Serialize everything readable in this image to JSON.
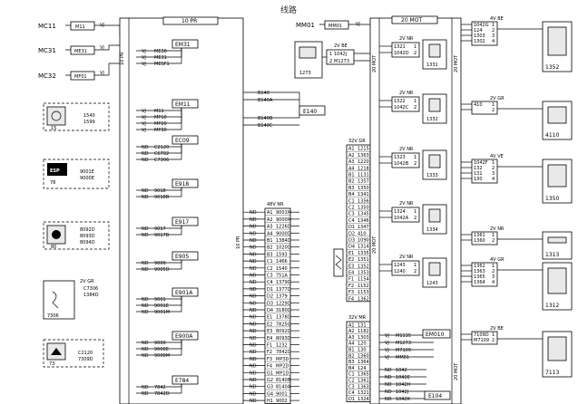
{
  "title": "线路",
  "left_connectors": [
    {
      "id": "MC11",
      "pin": "M11",
      "wire": "VJ"
    },
    {
      "id": "MC31",
      "pin": "ME31",
      "wire": "VJ"
    },
    {
      "id": "MC32",
      "pin": "MF01",
      "wire": "VJ"
    }
  ],
  "main_bus_label": "10 PR",
  "bus_label_bottom": "10 PR",
  "components": [
    {
      "id": "EM31",
      "wires": [
        "ME30",
        "ME31",
        "MESF1"
      ],
      "prefix": [
        "VJ",
        "VJ",
        "VJ"
      ]
    },
    {
      "id": "EM11",
      "wires": [
        "M11",
        "MP10",
        "MP20",
        "MP30"
      ],
      "prefix": [
        "VJ",
        "VJ",
        "VJ",
        "VJ"
      ]
    },
    {
      "id": "EC09",
      "wires": [
        "C2120",
        "C6702",
        "C7306"
      ],
      "prefix": [
        "ND",
        "ND",
        "ND"
      ]
    },
    {
      "id": "E918",
      "wires": [
        "9018",
        "9018B"
      ],
      "prefix": [
        "ND",
        "ND"
      ]
    },
    {
      "id": "E917",
      "wires": [
        "9017",
        "9017B"
      ],
      "prefix": [
        "ND",
        "ND"
      ]
    },
    {
      "id": "E905",
      "wires": [
        "9000",
        "9005D"
      ],
      "prefix": [
        "ND",
        "ND"
      ]
    },
    {
      "id": "E901A",
      "wires": [
        "9001",
        "9001E",
        "9001M"
      ],
      "prefix": [
        "ND",
        "ND",
        "ND"
      ]
    },
    {
      "id": "E900A",
      "wires": [
        "9000",
        "9000E",
        "9000M"
      ],
      "prefix": [
        "ND",
        "ND",
        "ND"
      ]
    },
    {
      "id": "E784",
      "wires": [
        "7842",
        "7842D"
      ],
      "prefix": [
        "ND",
        "ND"
      ]
    }
  ],
  "left_devices": [
    {
      "name": "15",
      "pins": [
        "1540",
        "1599"
      ],
      "wire": [
        "ND",
        "ND"
      ]
    },
    {
      "name": "ESP",
      "sub": "78",
      "pins": [
        "9001E",
        "9000E"
      ],
      "wire": [
        "ND",
        "ND"
      ]
    },
    {
      "name": "80",
      "pins": [
        "8092D",
        "8093D",
        "8094D"
      ],
      "wire": [
        "ND",
        "ND",
        "ND"
      ]
    },
    {
      "name": "7306",
      "conn": "2V GR",
      "pins": [
        "C7306",
        "1384D"
      ],
      "pinno": [
        "1",
        "2"
      ],
      "wire": [
        "ND",
        "ND"
      ]
    },
    {
      "name": "73",
      "pins": [
        "C2120",
        "7309D"
      ],
      "wire": [
        "ND",
        "ND"
      ]
    }
  ],
  "mid_wires": [
    "B140",
    "B140A",
    "B140B",
    "B140C"
  ],
  "e140": "E140",
  "mm01": {
    "id": "MM01",
    "pin": "MM01",
    "wire": "VJ"
  },
  "motor_bus_label": "20 MOT",
  "c1273": {
    "label": "1273",
    "conn": "2V BE",
    "rows": [
      {
        "n": "1",
        "w": "1042J"
      },
      {
        "n": "2",
        "w": "M1273"
      }
    ]
  },
  "conn48": {
    "label": "48V NR",
    "rows": [
      "9001M",
      "9000M",
      "1226D",
      "9000D",
      "1384D",
      "1020D",
      "1593",
      "1466",
      "1540",
      "751A",
      "1379D",
      "1377D",
      "1379",
      "1229D",
      "3180D",
      "1378D",
      "7825G",
      "8092D",
      "8093D",
      "1232",
      "7842D",
      "MP3D",
      "MP2D",
      "MP1D",
      "8140B",
      "8140A",
      "9001",
      "9002"
    ],
    "pins": [
      "A1",
      "A2",
      "A3",
      "A4",
      "B1",
      "B2",
      "B3",
      "C1",
      "C2",
      "C3",
      "C4",
      "D1",
      "D2",
      "D3",
      "D4",
      "E1",
      "E2",
      "E3",
      "E4",
      "F1",
      "F2",
      "F3",
      "F4",
      "G1",
      "G2",
      "G3",
      "G4",
      "H1"
    ]
  },
  "conn32gr": {
    "label": "32V GR",
    "rows": [
      "1215",
      "1363",
      "1220",
      "1218",
      "1131",
      "1357",
      "1350",
      "1341",
      "1356",
      "1350",
      "1345",
      "1346",
      "1347",
      "410",
      "1090",
      "1314",
      "1335",
      "1351",
      "1352",
      "1353",
      "1154",
      "1152",
      "1153",
      "1362"
    ],
    "pins": [
      "A1",
      "A2",
      "A3",
      "A4",
      "B1",
      "B2",
      "B3",
      "B4",
      "C1",
      "C2",
      "C3",
      "C4",
      "D1",
      "D2",
      "D3",
      "D4",
      "E1",
      "E2",
      "E3",
      "E4",
      "F1",
      "F2",
      "F3",
      "F4"
    ]
  },
  "conn32mr": {
    "label": "32V MR",
    "rows": [
      "131",
      "1182",
      "1303",
      "120",
      "130",
      "1360",
      "1364",
      "124",
      "1365",
      "1361",
      "1363",
      "1321",
      "1324"
    ],
    "pins": [
      "A1",
      "A2",
      "A3",
      "A4",
      "B1",
      "B2",
      "B3",
      "B4",
      "C1",
      "C2",
      "C3",
      "C4",
      "D1"
    ]
  },
  "motor_devices": [
    {
      "label": "1331",
      "conn": "2V NR",
      "rows": [
        {
          "n": "1",
          "w": "1321"
        },
        {
          "n": "2",
          "w": "1042D"
        }
      ]
    },
    {
      "label": "1332",
      "conn": "2V NR",
      "rows": [
        {
          "n": "1",
          "w": "1322"
        },
        {
          "n": "2",
          "w": "1042C"
        }
      ]
    },
    {
      "label": "1333",
      "conn": "2V NR",
      "rows": [
        {
          "n": "1",
          "w": "1323"
        },
        {
          "n": "2",
          "w": "1042B"
        }
      ]
    },
    {
      "label": "1334",
      "conn": "2V NR",
      "rows": [
        {
          "n": "1",
          "w": "1324"
        },
        {
          "n": "2",
          "w": "1042A"
        }
      ]
    },
    {
      "label": "1243",
      "conn": "2V NR",
      "rows": [
        {
          "n": "1",
          "w": "1243"
        },
        {
          "n": "2",
          "w": "1240"
        }
      ]
    }
  ],
  "right_devices": [
    {
      "label": "1352",
      "conn": "4V BE",
      "rows": [
        {
          "n": "1",
          "w": "1042G"
        },
        {
          "n": "2",
          "w": "124"
        },
        {
          "n": "3",
          "w": "1303"
        },
        {
          "n": "4",
          "w": "1302"
        }
      ]
    },
    {
      "label": "4110",
      "conn": "2V GR",
      "rows": [
        {
          "n": "1",
          "w": "410"
        },
        {
          "n": "2",
          "w": ""
        }
      ]
    },
    {
      "label": "1350",
      "conn": "4V VE",
      "rows": [
        {
          "n": "1",
          "w": "1042F"
        },
        {
          "n": "2",
          "w": "132"
        },
        {
          "n": "3",
          "w": "131"
        },
        {
          "n": "4",
          "w": "130"
        }
      ]
    },
    {
      "label": "1313",
      "conn": "2V NR",
      "rows": [
        {
          "n": "1",
          "w": "1361"
        },
        {
          "n": "2",
          "w": "1360"
        }
      ]
    },
    {
      "label": "1312",
      "conn": "4V GR",
      "rows": [
        {
          "n": "1",
          "w": "1362"
        },
        {
          "n": "2",
          "w": "1363"
        },
        {
          "n": "3",
          "w": "1365"
        },
        {
          "n": "4",
          "w": "1364"
        }
      ]
    },
    {
      "label": "7113",
      "conn": "2V BE",
      "rows": [
        {
          "n": "1",
          "w": "7109D"
        },
        {
          "n": "2",
          "w": "M7109"
        }
      ]
    }
  ],
  "em010": {
    "id": "EM010",
    "wires": [
      "M1135",
      "M1273",
      "M7109",
      "MM01"
    ],
    "prefix": [
      "VJ",
      "VJ",
      "VJ",
      "VJ"
    ]
  },
  "e104": {
    "id": "E104",
    "wires": [
      "1042",
      "1042E",
      "1042H",
      "1042J",
      "1042K"
    ],
    "prefix": [
      "ND",
      "ND",
      "ND",
      "ND",
      "ND"
    ]
  }
}
